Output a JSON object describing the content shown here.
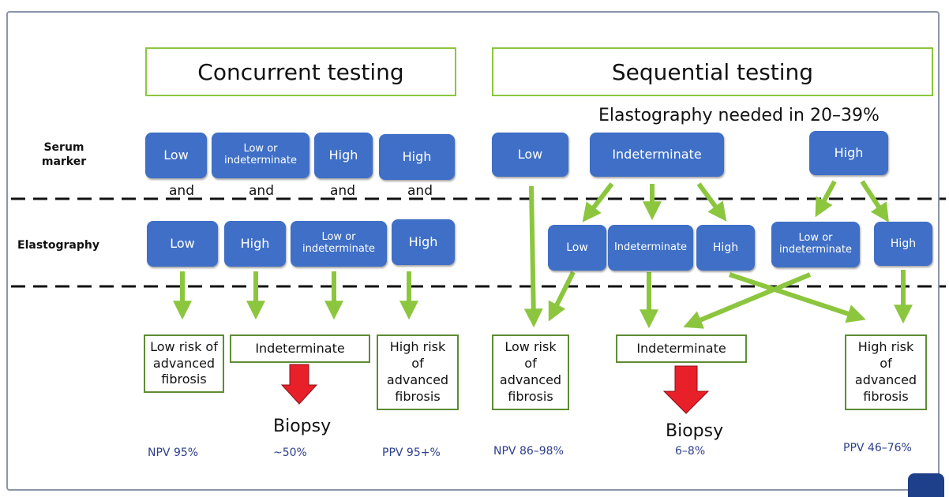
{
  "headers": {
    "concurrent": "Concurrent testing",
    "sequential": "Sequential testing"
  },
  "sequential_note": "Elastography needed in 20–39%",
  "row_labels": {
    "serum": "Serum\nmarker",
    "elastography": "Elastography"
  },
  "concurrent": {
    "serum": [
      "Low",
      "Low or\nindeterminate",
      "High",
      "High"
    ],
    "and": [
      "and",
      "and",
      "and",
      "and"
    ],
    "elasto": [
      "Low",
      "High",
      "Low or\nindeterminate",
      "High"
    ],
    "outcomes": [
      "Low risk of\nadvanced\nfibrosis",
      "Indeterminate",
      "High risk\nof\nadvanced\nfibrosis"
    ],
    "biopsy": "Biopsy",
    "stats": [
      "NPV 95%",
      "~50%",
      "PPV 95+%"
    ]
  },
  "sequential": {
    "serum": [
      "Low",
      "Indeterminate",
      "High"
    ],
    "elasto": [
      "Low",
      "Indeterminate",
      "High",
      "Low or\nindeterminate",
      "High"
    ],
    "outcomes": [
      "Low risk\nof\nadvanced\nfibrosis",
      "Indeterminate",
      "High risk\nof\nadvanced\nfibrosis"
    ],
    "biopsy": "Biopsy",
    "stats": [
      "NPV 86–98%",
      "6–8%",
      "PPV 46–76%"
    ]
  },
  "colors": {
    "box_blue": "#3f6fc6",
    "arrow_green": "#8cc63f",
    "border_green": "#5e8c34",
    "biopsy_arrow": "#e8202a",
    "stat_text": "#2c3e8c"
  }
}
